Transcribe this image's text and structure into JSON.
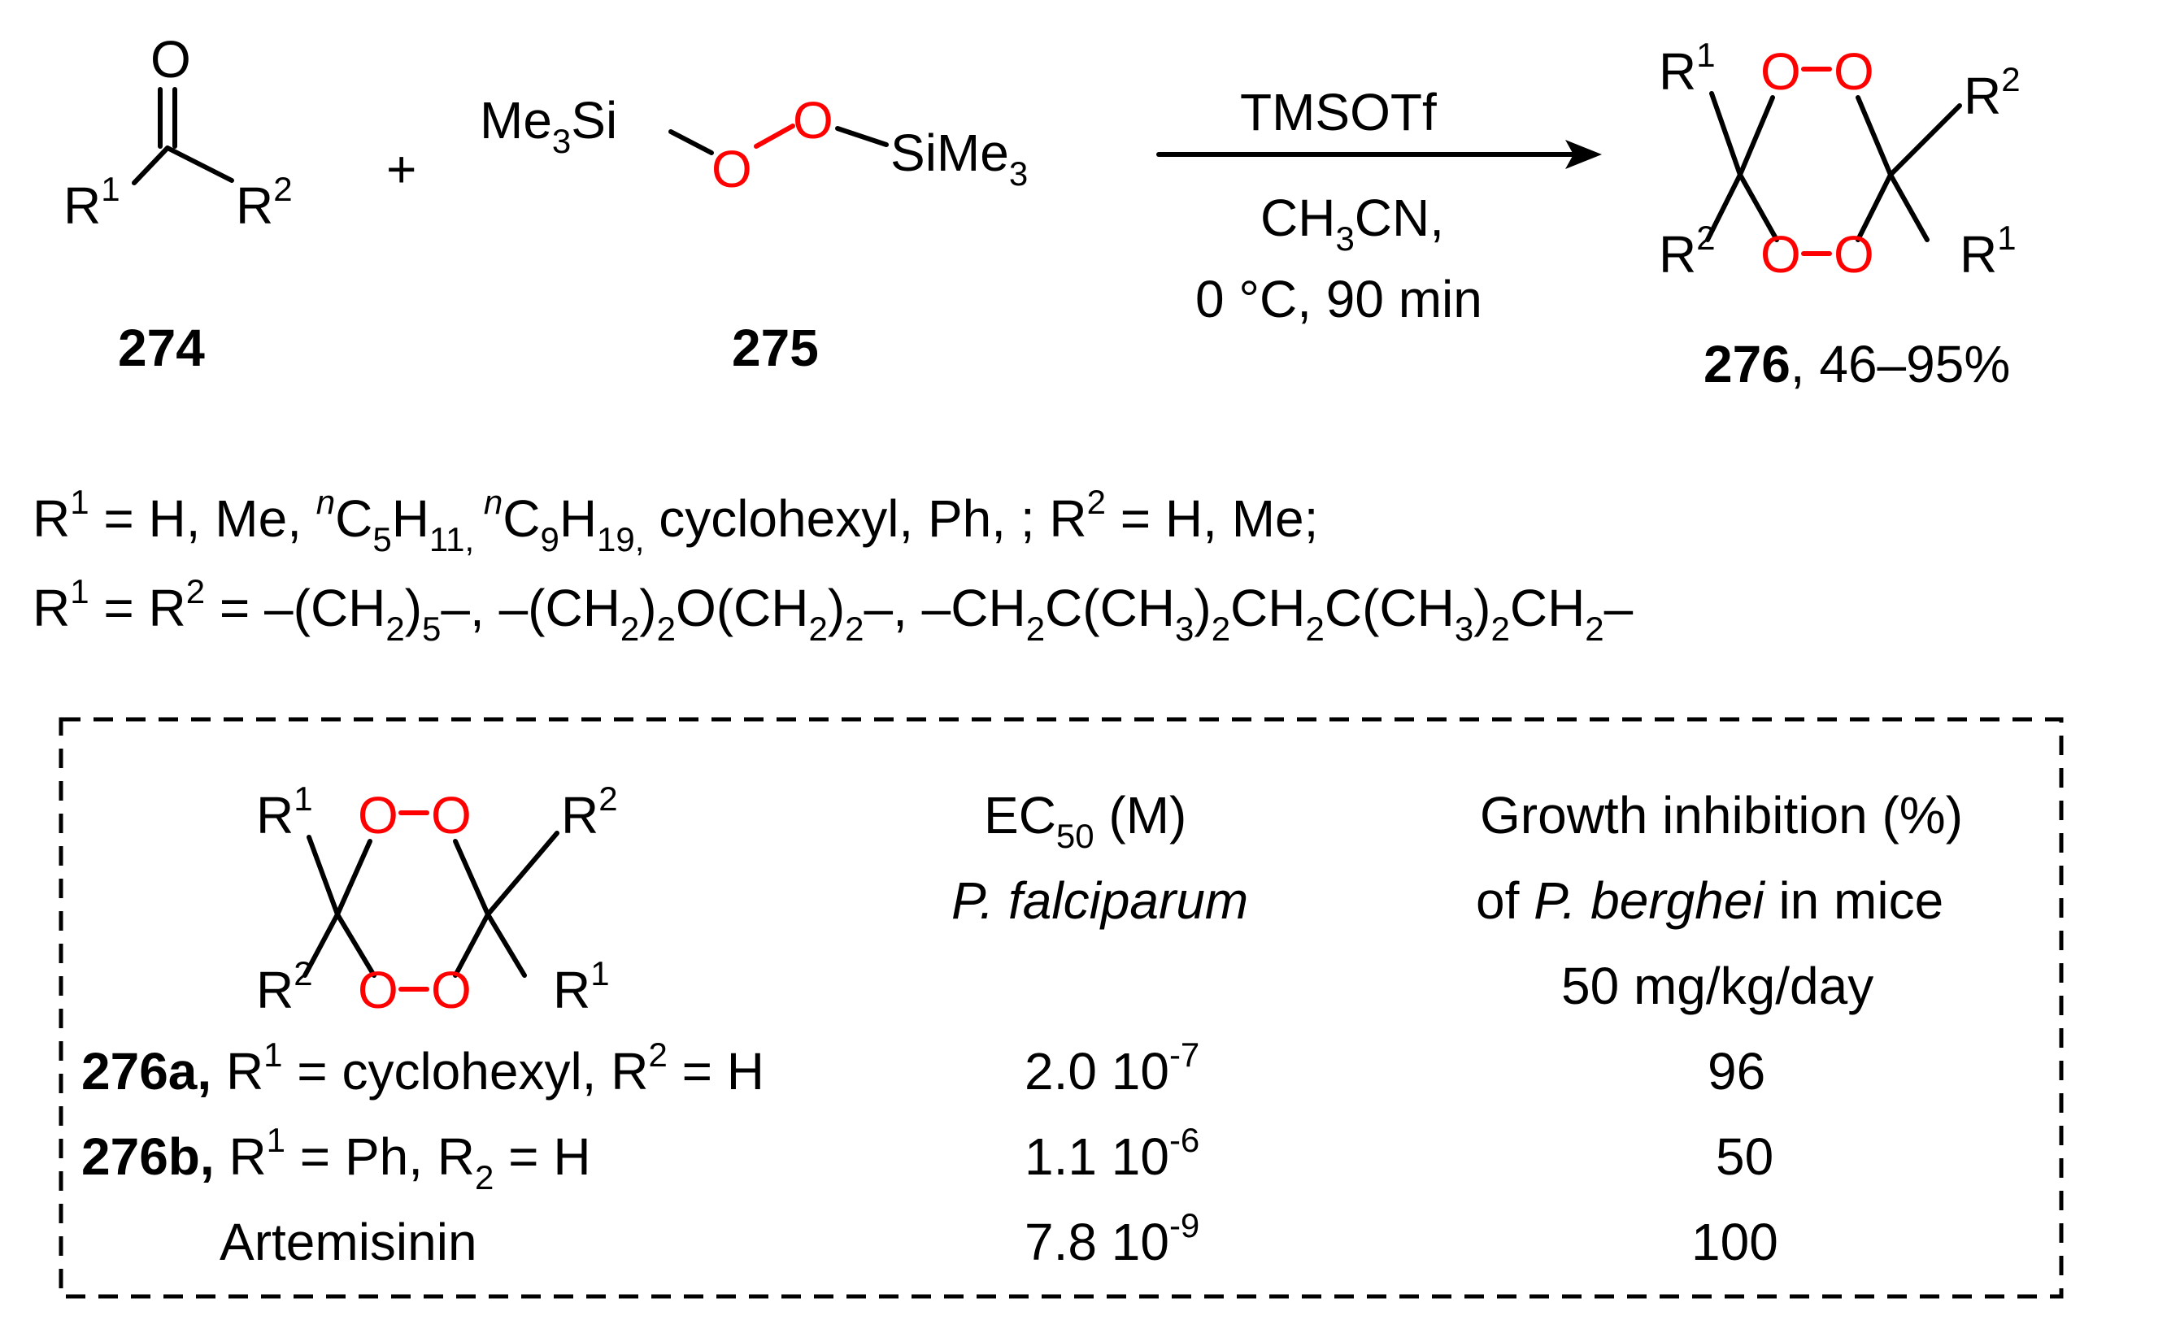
{
  "reaction": {
    "reactant1": {
      "atoms": {
        "oxygen": "O",
        "r1": "R",
        "r1_sup": "1",
        "r2": "R",
        "r2_sup": "2"
      },
      "label": "274"
    },
    "plus": "+",
    "reactant2": {
      "left": "Me",
      "left_sub": "3",
      "left_si": "Si",
      "o1": "O",
      "o2": "O",
      "right": "SiMe",
      "right_sub": "3",
      "label": "275"
    },
    "conditions": {
      "reagent": "TMSOTf",
      "solvent_a": "CH",
      "solvent_sub": "3",
      "solvent_b": "CN,",
      "temp_time": "0 °C, 90 min"
    },
    "product": {
      "label": "276",
      "yield": ", 46–95%"
    }
  },
  "substituents": {
    "line1": {
      "a": "R",
      "a_sup": "1",
      "b": " = H, Me, ",
      "n1": "n",
      "c1": "C",
      "c1_sub": "5",
      "h1": "H",
      "h1_sub": "11,",
      "n2": " n",
      "c2": "C",
      "c2_sub": "9",
      "h2": "H",
      "h2_sub": "19,",
      "rest": " cyclohexyl, Ph, ; R",
      "rest_sup": "2",
      "end": " = H, Me;"
    },
    "line2": {
      "a": "R",
      "a_sup": "1",
      "b": " = R",
      "b_sup": "2",
      "c": " = –(CH",
      "c_sub": "2",
      "d": ")",
      "d_sub": "5",
      "e": "–, –(CH",
      "e_sub": "2",
      "f": ")",
      "f_sub": "2",
      "g": "O(CH",
      "g_sub": "2",
      "h": ")",
      "h_sub": "2",
      "i": "–, –CH",
      "i_sub": "2",
      "j": "C(CH",
      "j_sub": "3",
      "k": ")",
      "k_sub": "2",
      "l": "CH",
      "l_sub": "2",
      "m": "C(CH",
      "m_sub": "3",
      "n": ")",
      "n_sub": "2",
      "o": "CH",
      "o_sub": "2",
      "p": "–"
    }
  },
  "ring_atoms": {
    "o": "O",
    "r": "R",
    "one": "1",
    "two": "2"
  },
  "table": {
    "col1_header": {
      "a": "EC",
      "sub": "50",
      "b": " (M)",
      "line2": "P.  falciparum"
    },
    "col2_header": {
      "line1": "Growth inhibition (%)",
      "line2a": "of ",
      "line2b": "P.  berghei",
      "line2c": " in mice",
      "line3": "50 mg/kg/day"
    },
    "rows": [
      {
        "name": "276a,",
        "r1": " R",
        "r1_sup": "1",
        "desc": " = cyclohexyl, R",
        "desc_sup": "2",
        "end": " = H",
        "ec_base": "2.0 10",
        "ec_exp": "-7",
        "growth": "96"
      },
      {
        "name": "276b,",
        "r1": " R",
        "r1_sup": "1",
        "desc": " = Ph, R",
        "desc_sub": "2",
        "end": " = H",
        "ec_base": "1.1 10",
        "ec_exp": "-6",
        "growth": "50"
      },
      {
        "name": "Artemisinin",
        "ec_base": "7.8 10",
        "ec_exp": "-9",
        "growth": "100"
      }
    ]
  },
  "colors": {
    "oxygen": "#ff0000",
    "ink": "#000000"
  }
}
